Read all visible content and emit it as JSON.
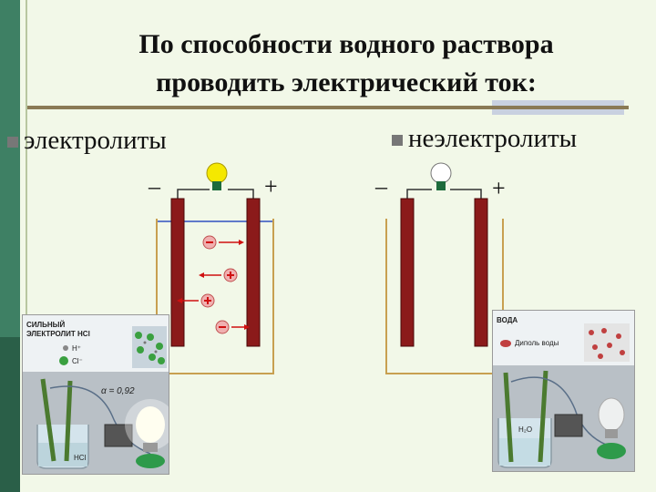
{
  "title_line1": "По способности водного раствора",
  "title_line2": "проводить электрический ток:",
  "left_heading": "электролиты",
  "right_heading": "неэлектролиты",
  "minus_sign": "–",
  "plus_sign": "+",
  "left_photo": {
    "title_line1": "СИЛЬНЫЙ",
    "title_line2": "ЭЛЕКТРОЛИТ HCl",
    "ion_h": "H⁺",
    "ion_cl": "Cl⁻",
    "degree": "α = 0,92",
    "beaker_label": "HCl"
  },
  "right_photo": {
    "title": "ВОДА",
    "dipole_label": "Диполь воды",
    "beaker_label": "H₂O"
  },
  "colors": {
    "electrode": "#8b1a1a",
    "wire": "#c8a050",
    "solution_line": "#3050c0",
    "ion_circle": "#f0b0b0",
    "ion_arrow": "#d01010"
  }
}
